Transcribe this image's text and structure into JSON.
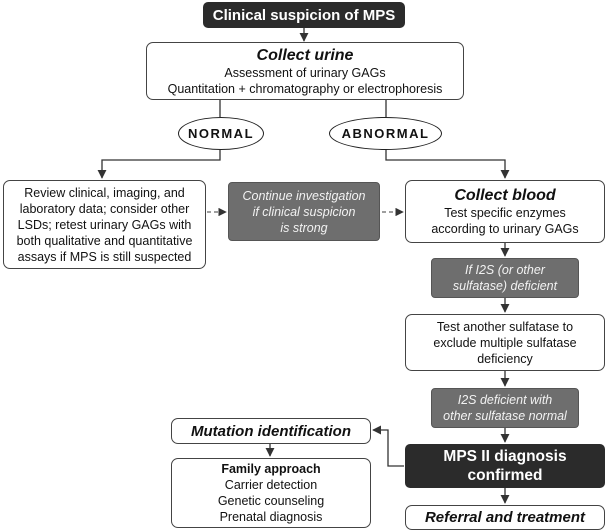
{
  "nodes": {
    "start": "Clinical suspicion of MPS",
    "collect_urine": {
      "title": "Collect urine",
      "lines": [
        "Assessment of urinary GAGs",
        "Quantitation + chromatography or electrophoresis"
      ]
    },
    "normal": "NORMAL",
    "abnormal": "ABNORMAL",
    "review": {
      "lines": [
        "Review clinical, imaging, and",
        "laboratory data; consider other",
        "LSDs; retest urinary GAGs with",
        "both qualitative and quantitative",
        "assays if MPS is still suspected"
      ]
    },
    "continue": {
      "lines": [
        "Continue investigation",
        "if clinical suspicion",
        "is strong"
      ]
    },
    "collect_blood": {
      "title": "Collect blood",
      "lines": [
        "Test specific enzymes",
        "according to urinary GAGs"
      ]
    },
    "i2s_deficient": {
      "lines": [
        "If I2S (or other",
        "sulfatase) deficient"
      ]
    },
    "test_another": {
      "lines": [
        "Test another sulfatase to",
        "exclude multiple sulfatase",
        "deficiency"
      ]
    },
    "i2s_other_normal": {
      "lines": [
        "I2S deficient with",
        "other sulfatase normal"
      ]
    },
    "diagnosis": {
      "lines": [
        "MPS II diagnosis",
        "confirmed"
      ]
    },
    "mutation": "Mutation identification",
    "family": {
      "heading": "Family approach",
      "lines": [
        "Carrier detection",
        "Genetic counseling",
        "Prenatal diagnosis"
      ]
    },
    "referral": "Referral and treatment"
  }
}
